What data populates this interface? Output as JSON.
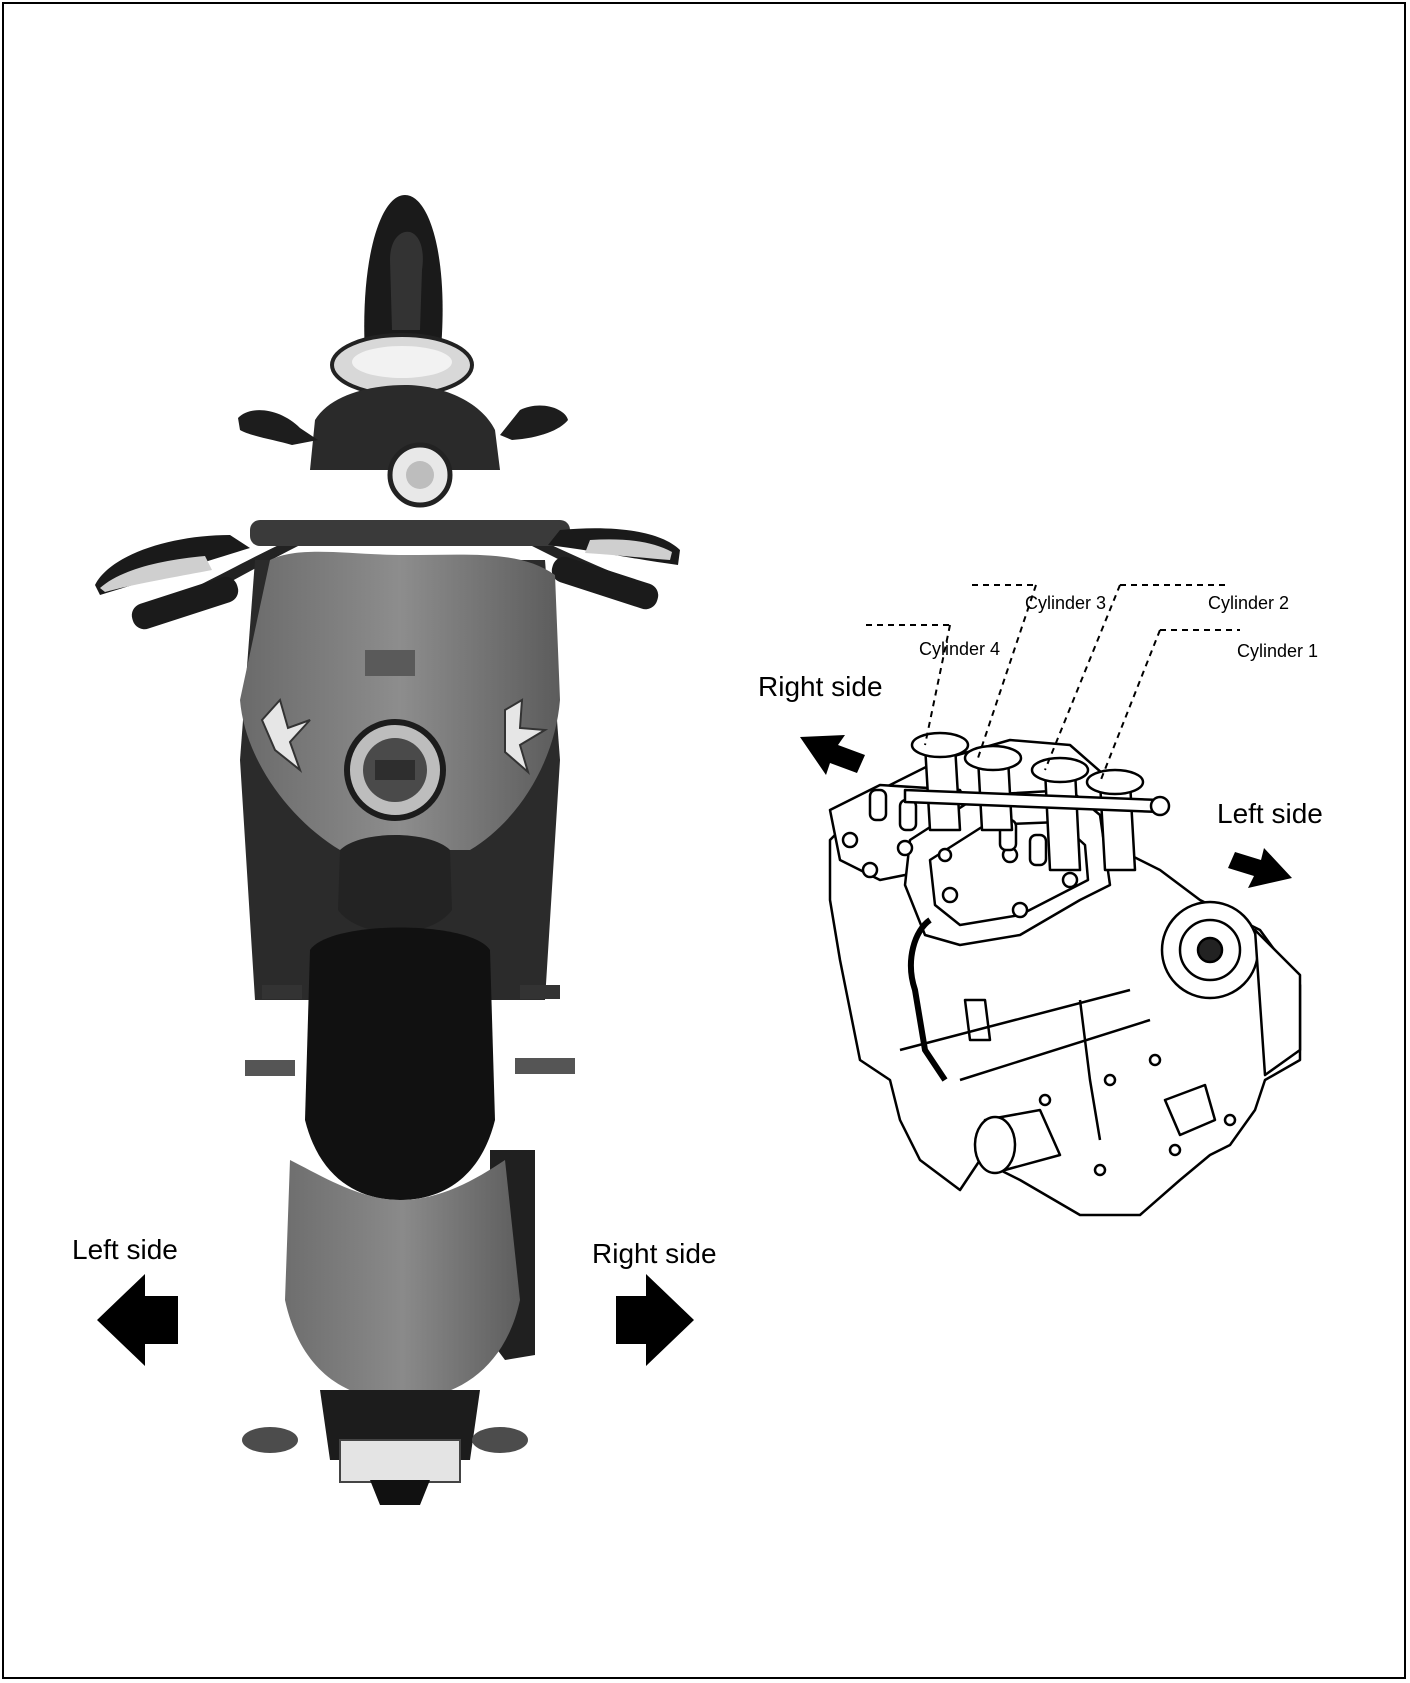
{
  "labels": {
    "moto_left": "Left side",
    "moto_right": "Right side",
    "engine_right": "Right side",
    "engine_left": "Left side"
  },
  "cylinders": [
    "Cylinder 4",
    "Cylinder 3",
    "Cylinder 2",
    "Cylinder 1"
  ],
  "icons": {
    "left_arrow": "arrow-left-icon",
    "right_arrow": "arrow-right-icon",
    "engine_up_left": "arrow-up-left-icon",
    "engine_down_right": "arrow-down-right-icon"
  }
}
